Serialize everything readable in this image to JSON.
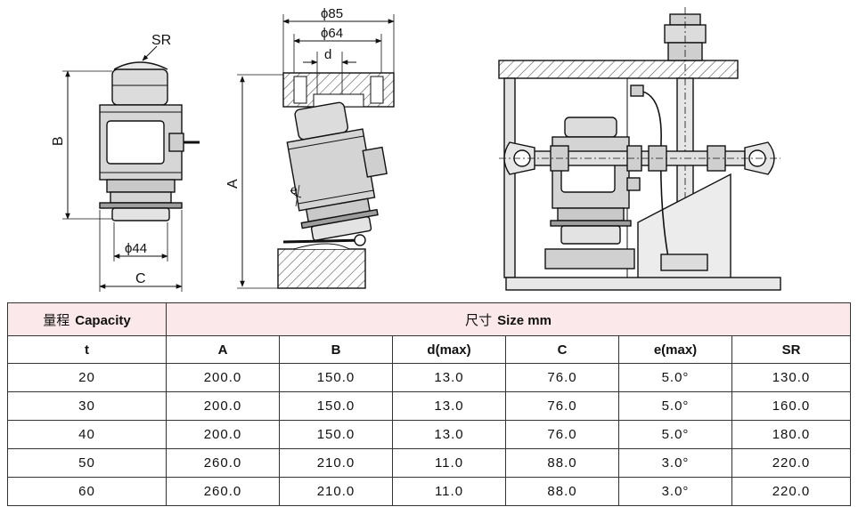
{
  "drawing": {
    "labels": {
      "sr": "SR",
      "b": "B",
      "phi44": "ϕ44",
      "c": "C",
      "phi85": "ϕ85",
      "phi64": "ϕ64",
      "d": "d",
      "a": "A",
      "e": "e"
    }
  },
  "table": {
    "capacity_cn": "量程",
    "capacity_en": "Capacity",
    "size_cn": "尺寸",
    "size_en": "Size mm",
    "columns": [
      "t",
      "A",
      "B",
      "d(max)",
      "C",
      "e(max)",
      "SR"
    ],
    "rows": [
      [
        "20",
        "200.0",
        "150.0",
        "13.0",
        "76.0",
        "5.0°",
        "130.0"
      ],
      [
        "30",
        "200.0",
        "150.0",
        "13.0",
        "76.0",
        "5.0°",
        "160.0"
      ],
      [
        "40",
        "200.0",
        "150.0",
        "13.0",
        "76.0",
        "5.0°",
        "180.0"
      ],
      [
        "50",
        "260.0",
        "210.0",
        "11.0",
        "88.0",
        "3.0°",
        "220.0"
      ],
      [
        "60",
        "260.0",
        "210.0",
        "11.0",
        "88.0",
        "3.0°",
        "220.0"
      ]
    ]
  }
}
